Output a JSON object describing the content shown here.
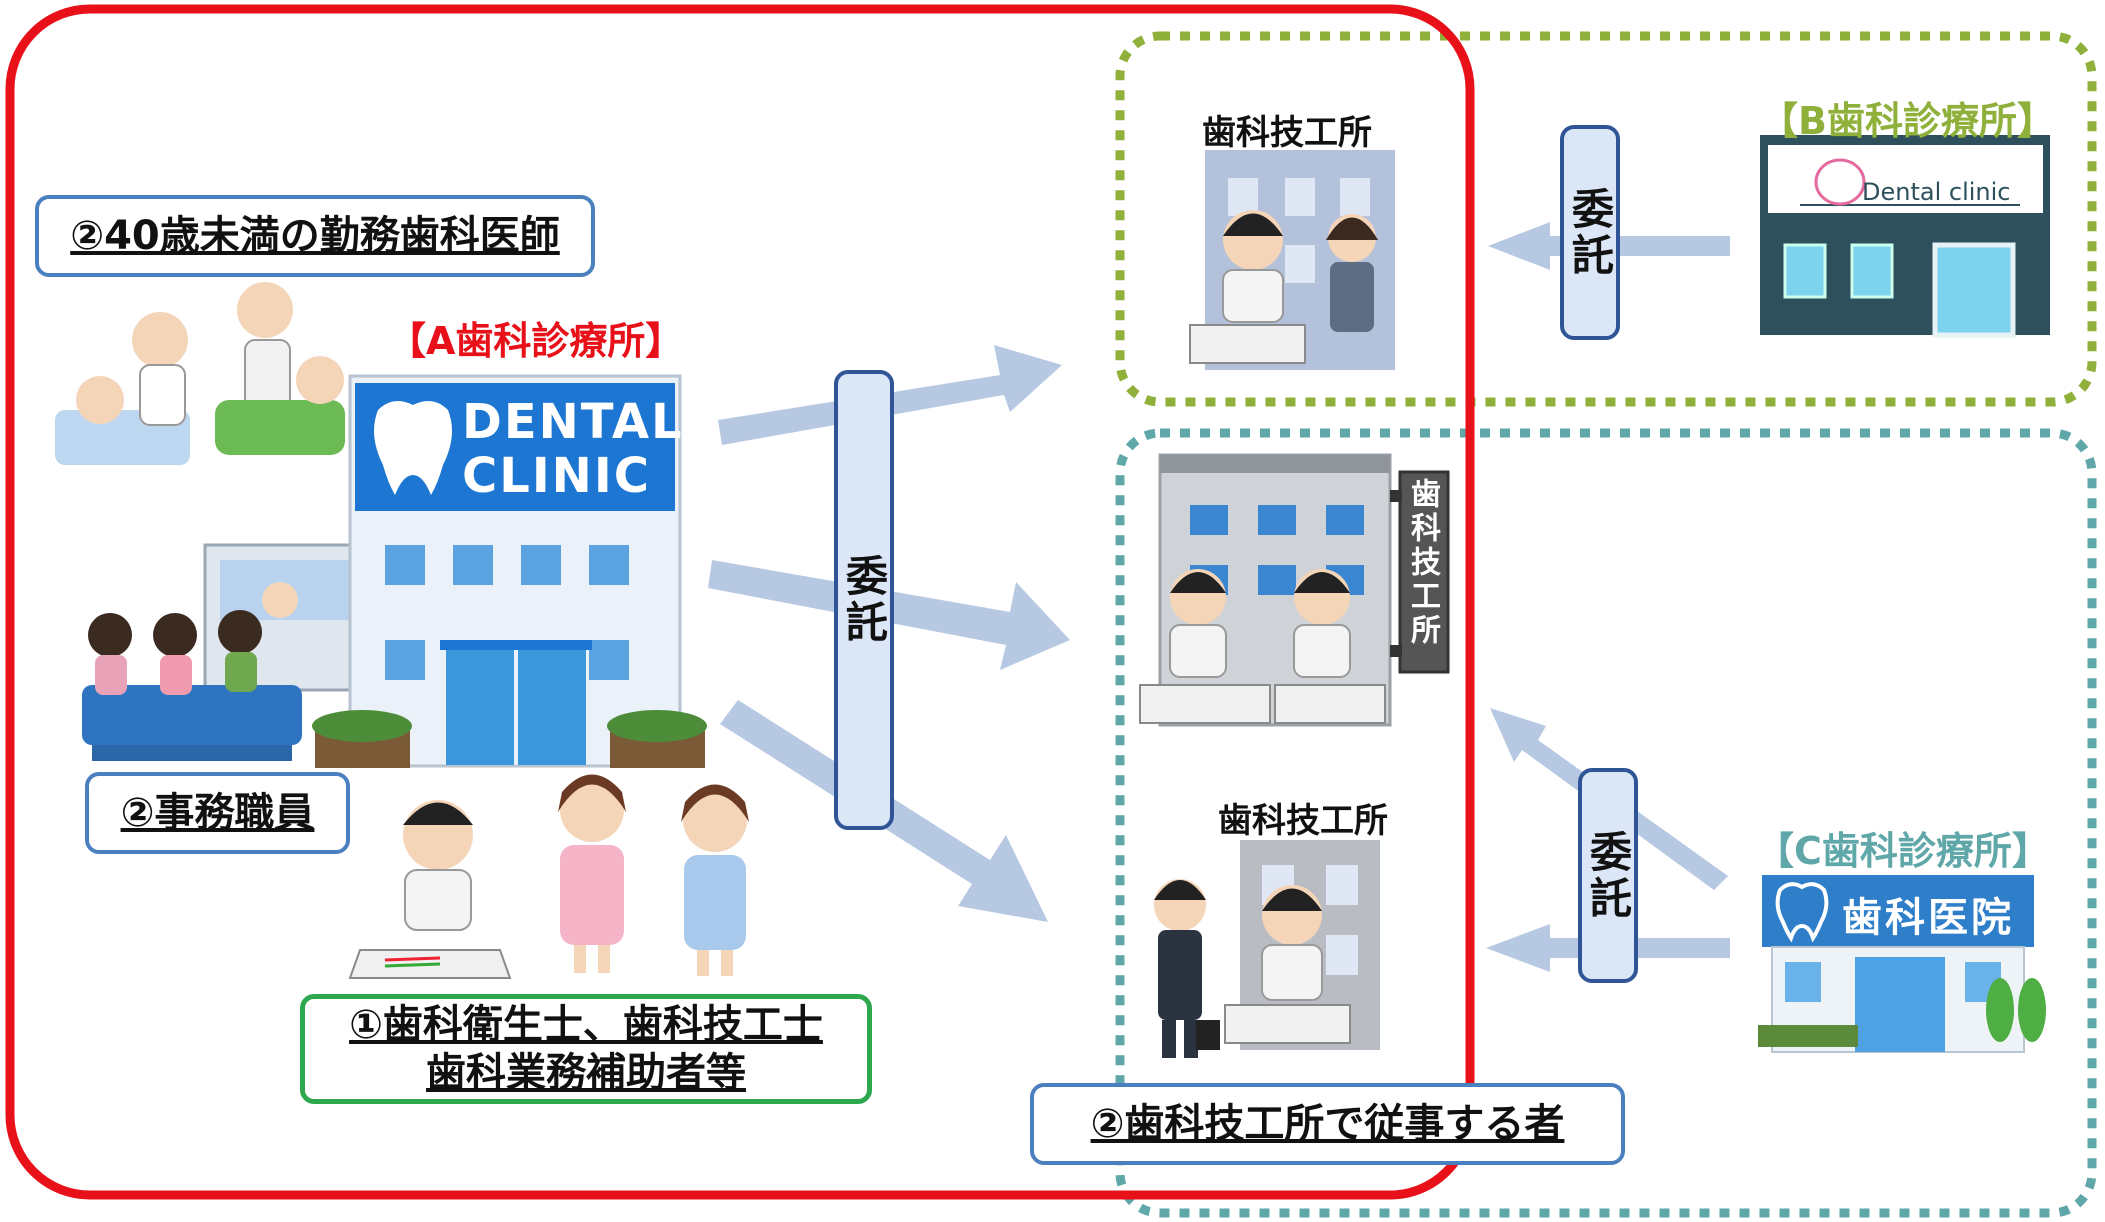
{
  "colors": {
    "red_region": "#e8111a",
    "green_region": "#8fb03a",
    "teal_region": "#5fa7a8",
    "arrow": "#b7c9e2",
    "label_border": "#4a7fc0",
    "staff_border": "#2ea84f"
  },
  "clinic_a": {
    "title": "【A歯科診療所】",
    "sign_line1": "DENTAL",
    "sign_line2": "CLINIC"
  },
  "clinic_b": {
    "title": "【B歯科診療所】",
    "sign": "Dental clinic"
  },
  "clinic_c": {
    "title": "【C歯科診療所】",
    "sign": "歯科医院"
  },
  "labels": {
    "dentist": "②40歳未満の勤務歯科医師",
    "office": "②事務職員",
    "staff_line1": "①歯科衛生士、歯科技工士",
    "staff_line2": "歯科業務補助者等",
    "lab_worker": "②歯科技工所で従事する者"
  },
  "labs": {
    "top": "歯科技工所",
    "middle_sign": "歯科技工所",
    "bottom": "歯科技工所"
  },
  "itaku": {
    "a": "委託",
    "b": "委託",
    "c": "委託"
  },
  "icons": [
    "tooth-icon",
    "dentist-scene-icon",
    "reception-scene-icon",
    "technician-icon",
    "hygienist-icon",
    "assistant-icon",
    "businessman-icon",
    "building-icon"
  ]
}
